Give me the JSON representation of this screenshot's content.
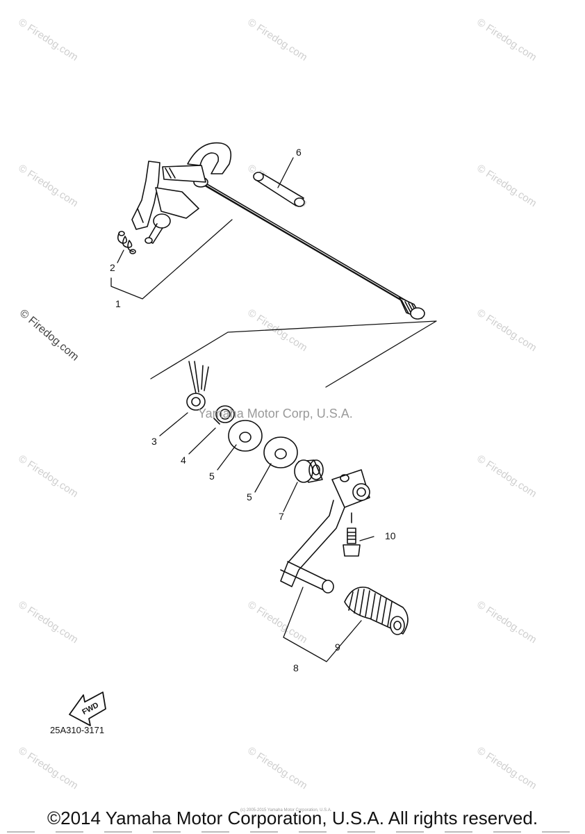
{
  "watermark": {
    "text": "© Firedog.com",
    "center_text": "Yamaha Motor Corp, U.S.A."
  },
  "callouts": {
    "c1": "1",
    "c2": "2",
    "c3": "3",
    "c4": "4",
    "c5a": "5",
    "c5b": "5",
    "c6": "6",
    "c7": "7",
    "c8": "8",
    "c9": "9",
    "c10": "10"
  },
  "fwd_label": "FWD",
  "diagram_code": "25A310-3171",
  "tiny_copyright": "(c) 2005-2015 Yamaha Motor Corporation, U.S.A.",
  "footer": "©2014 Yamaha Motor Corporation, U.S.A. All rights reserved."
}
